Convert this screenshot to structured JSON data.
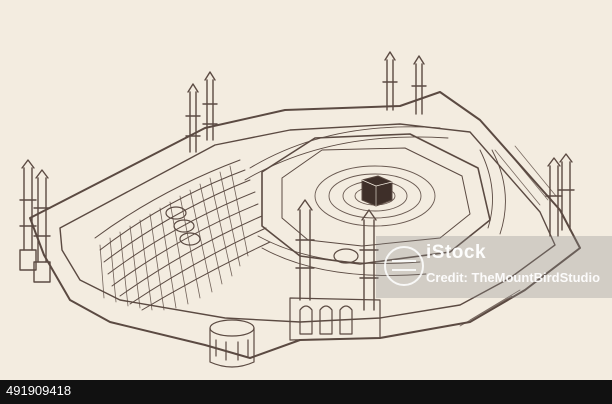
{
  "image": {
    "subject": "Masjid al-Haram mosque around the Kaaba",
    "style": "engraved sepia sketch",
    "colors": {
      "paper": "#f3ece0",
      "ink": "#5b4a42",
      "watermark_bg": "#8c8c8c",
      "strip": "#111111"
    }
  },
  "watermark": {
    "brand": "iStock",
    "credit": "Credit: TheMountBirdStudio",
    "logo_icon": "istock-logo-icon"
  },
  "footer": {
    "stock_id": "491909418"
  }
}
